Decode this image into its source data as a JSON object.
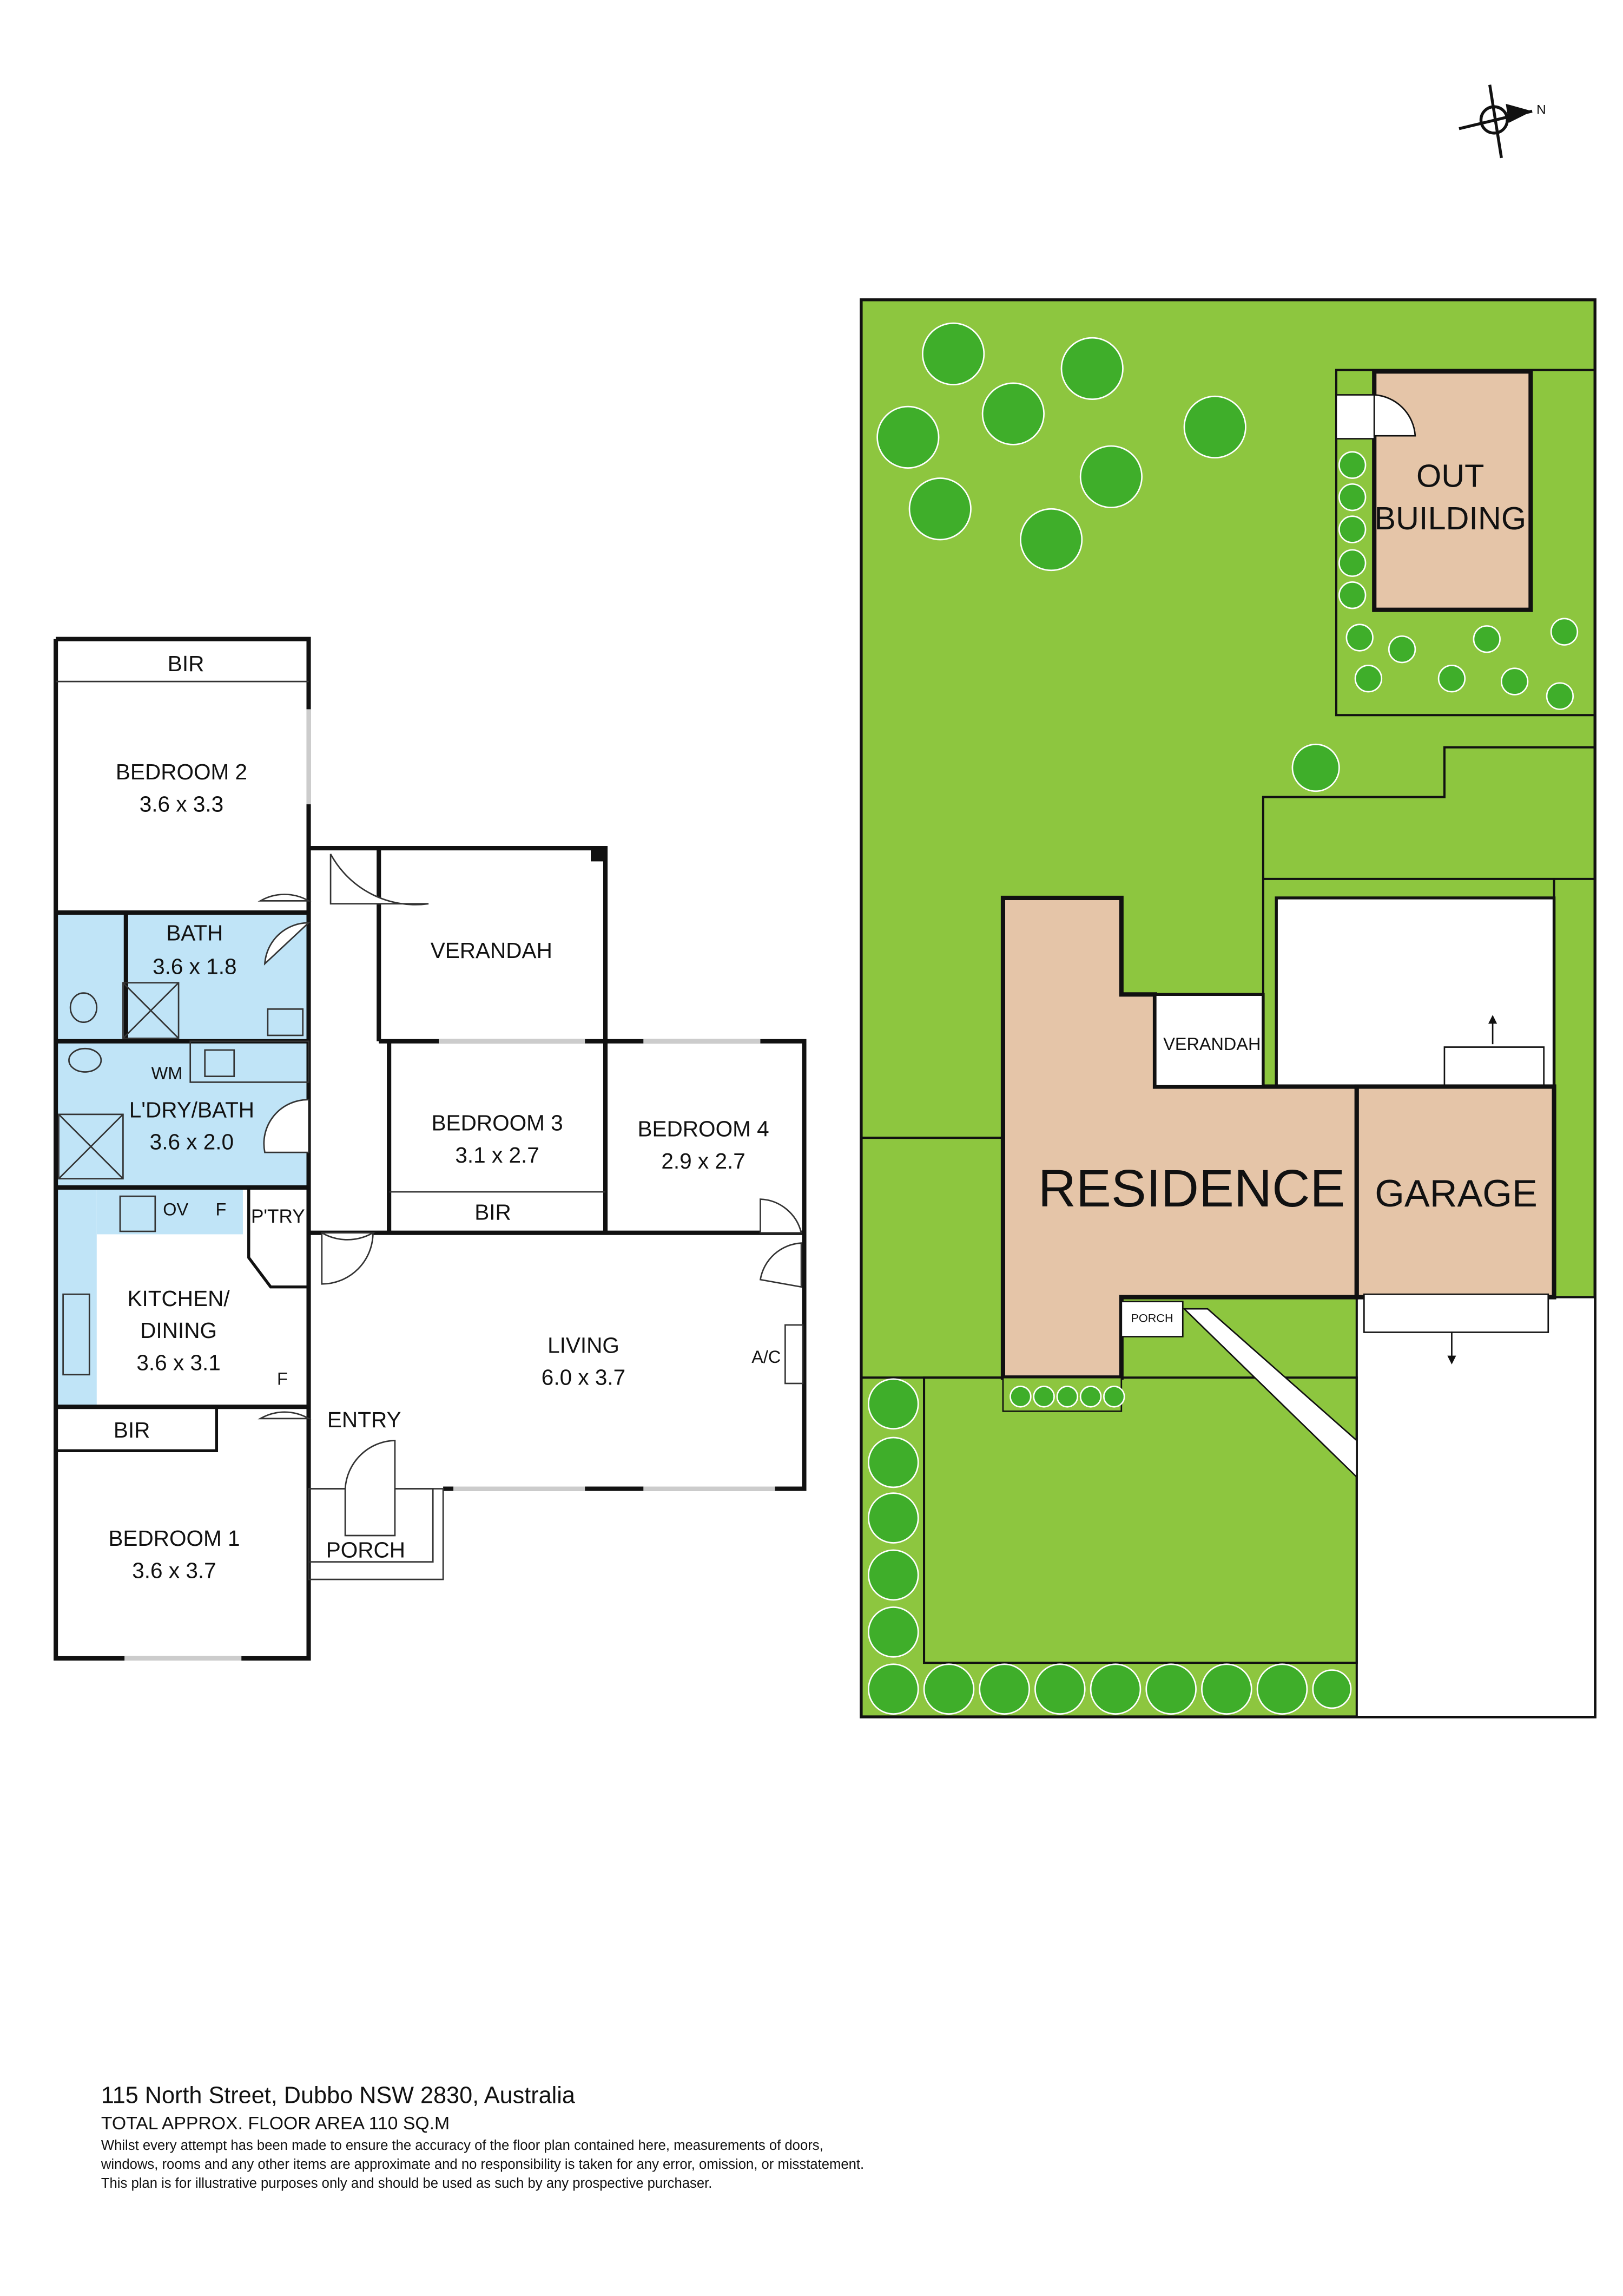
{
  "colors": {
    "lawn": "#8dc63f",
    "building": "#e5c5a8",
    "wet_area": "#c0e4f7",
    "tree": "#3fae2a",
    "wall": "#111111"
  },
  "compass": {
    "north_label": "N"
  },
  "floor_plan": {
    "rooms": {
      "bir_bed2": "BIR",
      "bedroom2": {
        "name": "BEDROOM 2",
        "size": "3.6 x 3.3"
      },
      "bath": {
        "name": "BATH",
        "size": "3.6 x 1.8"
      },
      "verandah": "VERANDAH",
      "wm": "WM",
      "laundry": {
        "name": "L'DRY/BATH",
        "size": "3.6 x 2.0"
      },
      "bedroom3": {
        "name": "BEDROOM 3",
        "size": "3.1 x 2.7"
      },
      "bir_bed3": "BIR",
      "bedroom4": {
        "name": "BEDROOM 4",
        "size": "2.9 x 2.7"
      },
      "ov": "OV",
      "fridge1": "F",
      "pantry": "P'TRY",
      "kitchen": {
        "name1": "KITCHEN/",
        "name2": "DINING",
        "size": "3.6 x 3.1"
      },
      "fridge2": "F",
      "living": {
        "name": "LIVING",
        "size": "6.0 x 3.7"
      },
      "ac": "A/C",
      "bir_bed1": "BIR",
      "entry": "ENTRY",
      "bedroom1": {
        "name": "BEDROOM 1",
        "size": "3.6 x 3.7"
      },
      "porch": "PORCH"
    }
  },
  "site_plan": {
    "outbuilding1": "OUT",
    "outbuilding2": "BUILDING",
    "verandah": "VERANDAH",
    "residence": "RESIDENCE",
    "garage": "GARAGE",
    "porch": "PORCH"
  },
  "footer": {
    "address": "115 North Street, Dubbo NSW 2830, Australia",
    "area": "TOTAL APPROX. FLOOR AREA 110 SQ.M",
    "disclaimer1": "Whilst every attempt has been made to ensure the accuracy of the floor plan contained here, measurements of doors,",
    "disclaimer2": "windows, rooms and any other items are approximate and no responsibility is taken for any error, omission, or misstatement.",
    "disclaimer3": "This plan is for illustrative purposes only and should be used as such by any prospective purchaser."
  }
}
